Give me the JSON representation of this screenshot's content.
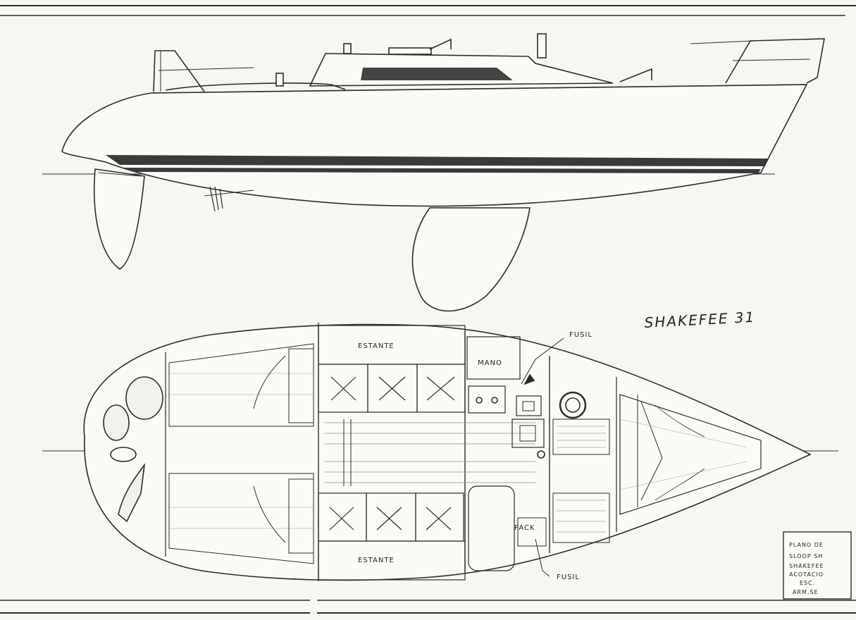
{
  "drawing": {
    "title": "SHAKEFEE 31",
    "labels": {
      "estante_top": "ESTANTE",
      "estante_bottom": "ESTANTE",
      "fusil_top": "FUSIL",
      "fusil_bottom": "FUSIL",
      "mano": "MANO",
      "pack": "PACK"
    },
    "title_block": {
      "line1": "PLANO DE",
      "line2": "SLOOP SH",
      "line3": "SHAKEFEE",
      "line4": "ACOTACIO",
      "line5": "ESC.",
      "line6": "ARM.SE"
    }
  },
  "colors": {
    "ink": "#2a2a2a",
    "paper": "#f7f7f2",
    "stripe": "#3a3a3a"
  }
}
